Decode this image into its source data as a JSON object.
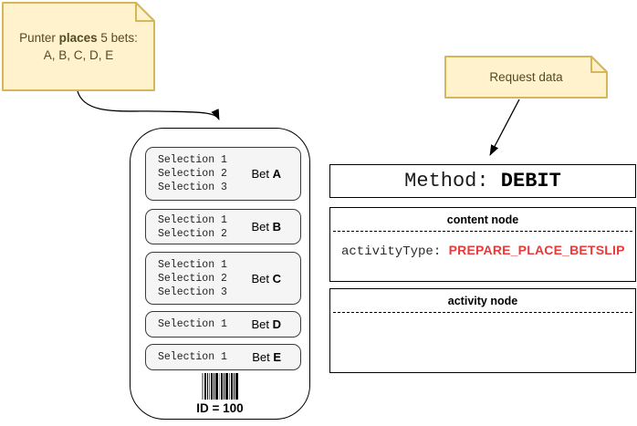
{
  "notes": {
    "punter": {
      "line1_prefix": "Punter ",
      "line1_bold": "places",
      "line1_suffix": " 5 bets:",
      "line2": "A, B, C, D, E"
    },
    "request": {
      "label": "Request data"
    }
  },
  "betslip": {
    "bets": [
      {
        "label_prefix": "Bet ",
        "label_letter": "A",
        "selections": [
          "Selection 1",
          "Selection 2",
          "Selection 3"
        ]
      },
      {
        "label_prefix": "Bet ",
        "label_letter": "B",
        "selections": [
          "Selection 1",
          "Selection 2"
        ]
      },
      {
        "label_prefix": "Bet ",
        "label_letter": "C",
        "selections": [
          "Selection 1",
          "Selection 2",
          "Selection 3"
        ]
      },
      {
        "label_prefix": "Bet ",
        "label_letter": "D",
        "selections": [
          "Selection 1"
        ]
      },
      {
        "label_prefix": "Bet ",
        "label_letter": "E",
        "selections": [
          "Selection 1"
        ]
      }
    ],
    "barcode_label": "ID = 100"
  },
  "method_box": {
    "prefix": "Method: ",
    "value": "DEBIT"
  },
  "content_node": {
    "title": "content node",
    "field_name": "activityType: ",
    "field_value": "PREPARE_PLACE_BETSLIP"
  },
  "activity_node": {
    "title": "activity node"
  },
  "colors": {
    "note_fill": "#FFF2CC",
    "note_border": "#D6B656",
    "note_text": "#514C22",
    "bet_fill": "#F5F5F5",
    "alert_red": "#E83A3A"
  }
}
